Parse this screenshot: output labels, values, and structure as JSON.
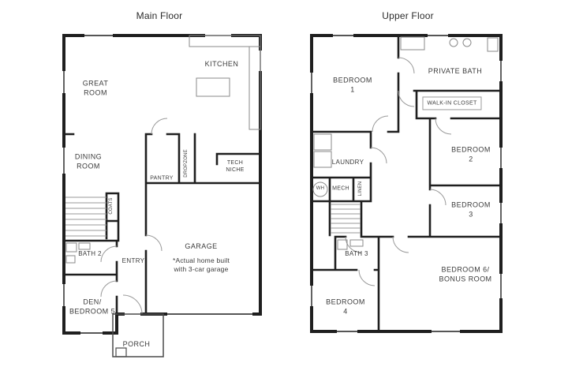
{
  "main_floor": {
    "title": "Main Floor",
    "labels": {
      "great_room": "GREAT\nROOM",
      "kitchen": "KITCHEN",
      "dining_room": "DINING\nROOM",
      "pantry": "PANTRY",
      "dropzone": "DROPZONE",
      "tech_niche": "TECH\nNICHE",
      "coats": "COATS",
      "bath_2": "BATH 2",
      "entry": "ENTRY",
      "garage": "GARAGE",
      "garage_note": "*Actual home built\nwith 3-car garage",
      "den_bedroom_5": "DEN/\nBEDROOM 5",
      "porch": "PORCH"
    }
  },
  "upper_floor": {
    "title": "Upper Floor",
    "labels": {
      "bedroom_1": "BEDROOM\n1",
      "private_bath": "PRIVATE BATH",
      "walk_in_closet": "WALK-IN CLOSET",
      "bedroom_2": "BEDROOM\n2",
      "laundry": "LAUNDRY",
      "wh": "WH",
      "mech": "MECH",
      "linen": "LINEN",
      "bedroom_3": "BEDROOM\n3",
      "bath_3": "BATH 3",
      "bedroom_4": "BEDROOM\n4",
      "bedroom_6": "BEDROOM 6/\nBONUS ROOM"
    }
  },
  "colors": {
    "wall": "#1f1f1f",
    "text": "#3b3b3b",
    "fixture": "#8a8a8a",
    "background": "#ffffff"
  }
}
